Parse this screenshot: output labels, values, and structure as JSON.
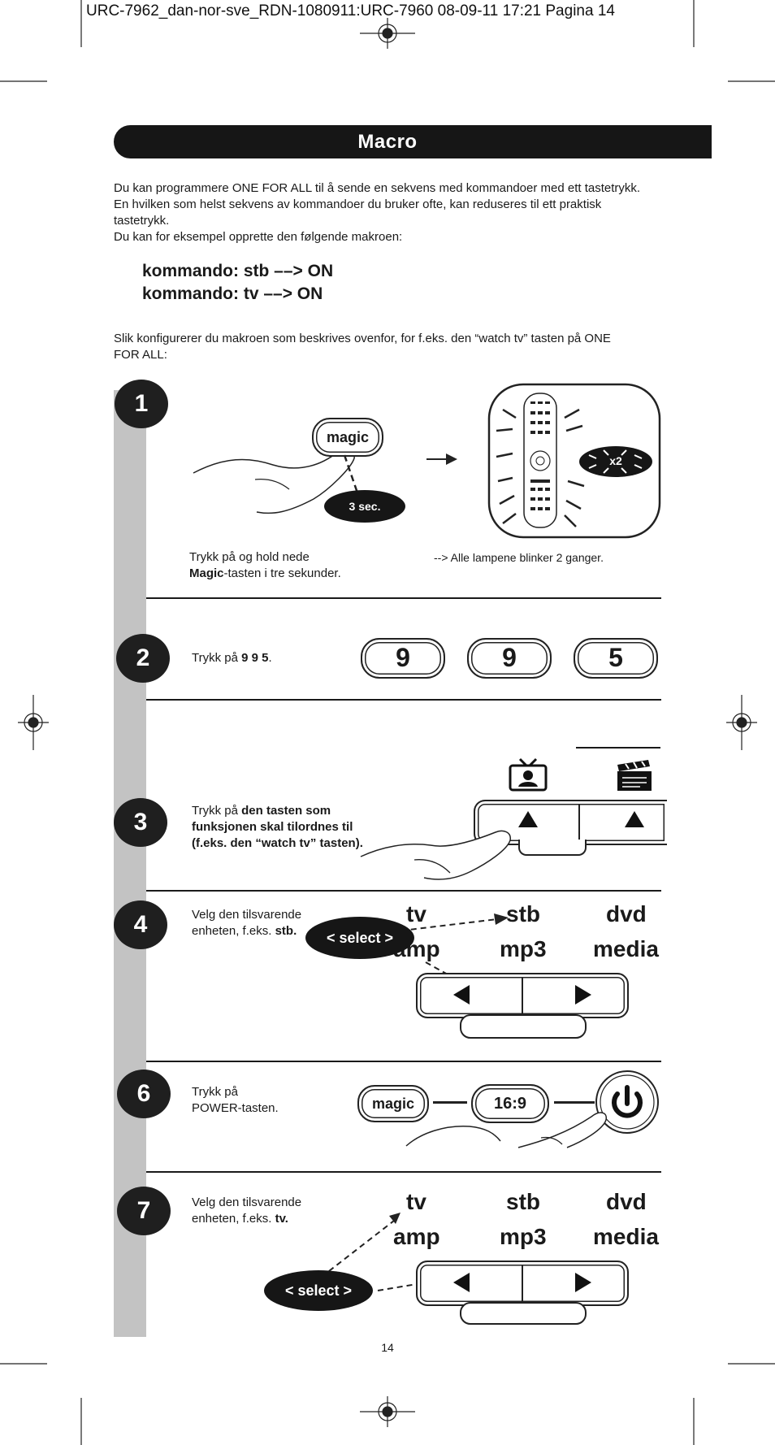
{
  "header": {
    "print_line": "URC-7962_dan-nor-sve_RDN-1080911:URC-7960  08-09-11  17:21  Pagina 14"
  },
  "title": "Macro",
  "intro": {
    "paragraph1": "Du kan programmere ONE FOR ALL til å sende en sekvens med kommandoer med ett tastetrykk. En hvilken som helst sekvens av kommandoer du bruker ofte, kan reduseres til ett praktisk tastetrykk.",
    "paragraph2": "Du kan for eksempel opprette den følgende makroen:"
  },
  "commands": [
    "kommando: stb ––> ON",
    "kommando: tv ––> ON"
  ],
  "howto": "Slik konfigurerer du makroen som beskrives ovenfor, for f.eks. den “watch tv” tasten på ONE FOR ALL:",
  "steps": {
    "s1": {
      "number": "1",
      "text_a": "Trykk på og hold nede",
      "text_bold": "Magic",
      "text_b": "-tasten i tre sekunder.",
      "result": "--> Alle lampene blinker 2 ganger.",
      "magic_key": "magic",
      "duration_badge": "3 sec.",
      "blink_badge": "x2"
    },
    "s2": {
      "number": "2",
      "text_a": "Trykk på ",
      "text_bold": "9 9 5",
      "text_b": ".",
      "keys": [
        "9",
        "9",
        "5"
      ]
    },
    "s3": {
      "number": "3",
      "text_a": "Trykk på ",
      "text_bold": "den tasten som funksjonen skal tilordnes til (f.eks. den “watch tv” tasten)."
    },
    "s4": {
      "number": "4",
      "text_a": "Velg den tilsvarende enheten, f.eks. ",
      "text_bold": "stb.",
      "devices": [
        "tv",
        "stb",
        "dvd",
        "amp",
        "mp3",
        "media"
      ],
      "select_label": "< select >"
    },
    "s6": {
      "number": "6",
      "text_a": "Trykk på",
      "text_b": "POWER-tasten.",
      "keys": [
        "magic",
        "16:9"
      ]
    },
    "s7": {
      "number": "7",
      "text_a": "Velg den tilsvarende enheten, f.eks. ",
      "text_bold": "tv.",
      "devices": [
        "tv",
        "stb",
        "dvd",
        "amp",
        "mp3",
        "media"
      ],
      "select_label": "< select >"
    }
  },
  "page_number": "14",
  "colors": {
    "ink": "#161616",
    "stripe": "#c3c3c3",
    "paper": "#ffffff"
  }
}
